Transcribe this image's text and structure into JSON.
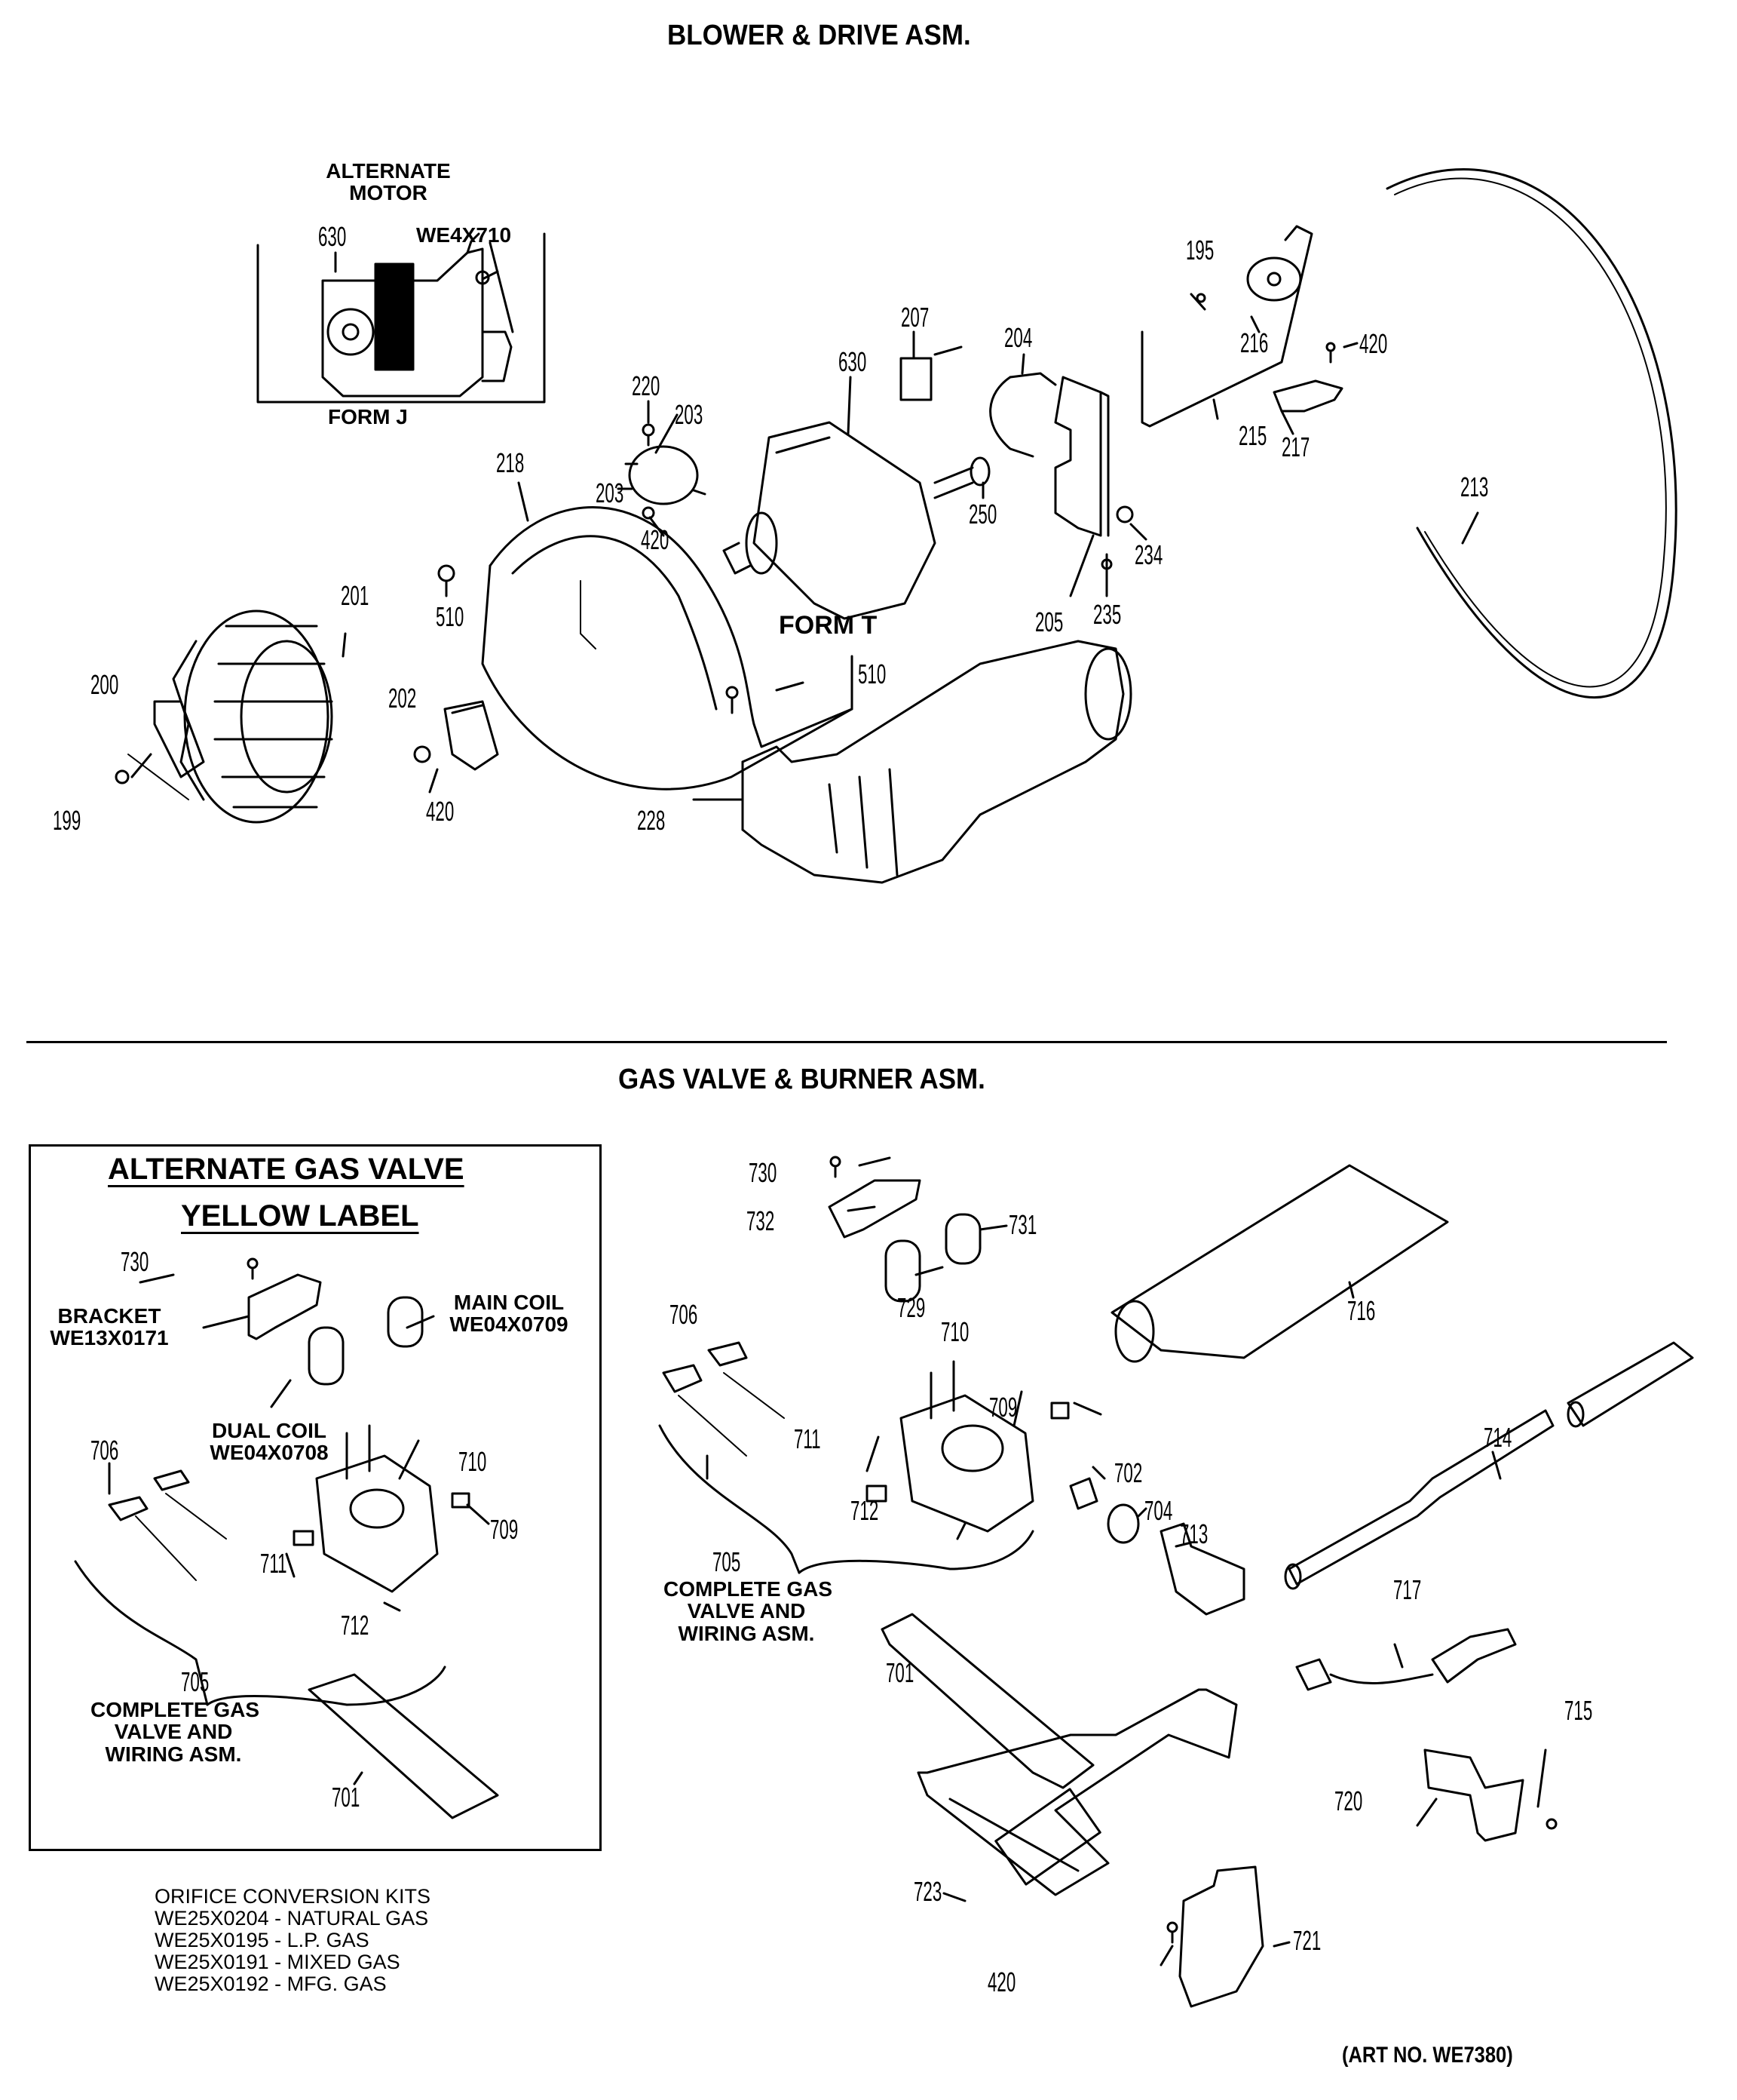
{
  "sections": {
    "blower": {
      "title": "BLOWER & DRIVE ASM.",
      "alternate_motor_title": [
        "ALTERNATE",
        "MOTOR"
      ],
      "form_j": "FORM J",
      "form_t": "FORM T",
      "callouts": {
        "c630a": "630",
        "we4x710": "WE4X710",
        "c630": "630",
        "c207": "207",
        "c204": "204",
        "c220": "220",
        "c203a": "203",
        "c203b": "203",
        "c420a": "420",
        "c250": "250",
        "c218": "218",
        "c201": "201",
        "c200": "200",
        "c199": "199",
        "c202": "202",
        "c420b": "420",
        "c510a": "510",
        "c510b": "510",
        "c228": "228",
        "c205": "205",
        "c235": "235",
        "c234": "234",
        "c195": "195",
        "c216": "216",
        "c215": "215",
        "c217": "217",
        "c420c": "420",
        "c213": "213"
      }
    },
    "gas": {
      "title": "GAS VALVE & BURNER ASM.",
      "alt_box": {
        "title_line1": "ALTERNATE GAS VALVE",
        "title_line2": "YELLOW LABEL",
        "c730": "730",
        "bracket": [
          "BRACKET",
          "WE13X0171"
        ],
        "main_coil": [
          "MAIN COIL",
          "WE04X0709"
        ],
        "dual_coil": [
          "DUAL COIL",
          "WE04X0708"
        ],
        "c706": "706",
        "c710": "710",
        "c709": "709",
        "c711": "711",
        "c712": "712",
        "c705": "705",
        "complete": [
          "COMPLETE GAS",
          "VALVE AND",
          "WIRING ASM."
        ],
        "c701": "701"
      },
      "main": {
        "c730": "730",
        "c732": "732",
        "c731": "731",
        "c729": "729",
        "c706": "706",
        "c710": "710",
        "c709": "709",
        "c711": "711",
        "c712": "712",
        "c702": "702",
        "c704": "704",
        "c713": "713",
        "c705": "705",
        "complete": [
          "COMPLETE GAS",
          "VALVE AND",
          "WIRING ASM."
        ],
        "c701": "701",
        "c716": "716",
        "c714": "714",
        "c717": "717",
        "c715": "715",
        "c720": "720",
        "c723": "723",
        "c721": "721",
        "c420": "420"
      },
      "orifice_kits": {
        "title": "ORIFICE CONVERSION KITS",
        "items": [
          "WE25X0204 - NATURAL GAS",
          "WE25X0195 - L.P. GAS",
          "WE25X0191 - MIXED GAS",
          "WE25X0192 - MFG. GAS"
        ]
      }
    }
  },
  "art_number": "(ART NO. WE7380)"
}
